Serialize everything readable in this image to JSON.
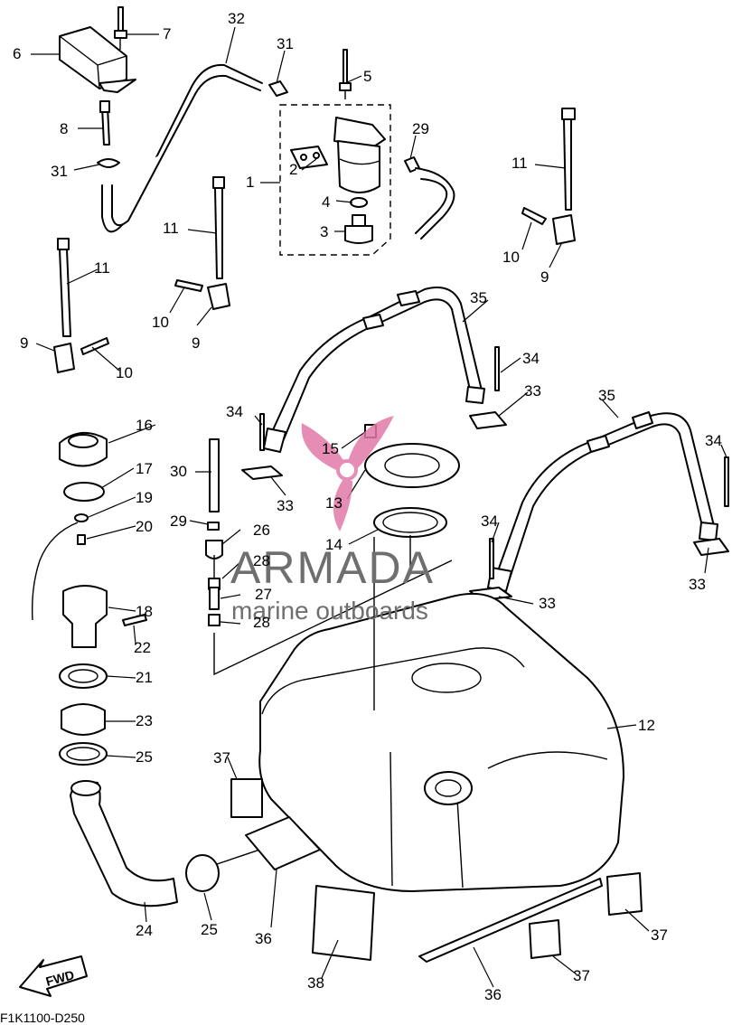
{
  "diagram": {
    "drawing_code": "F1K1100-D250",
    "direction_label": "FWD",
    "watermark": {
      "brand": "ARMADA",
      "tagline": "marine outboards",
      "logo_color": "#e27aa9",
      "text_color": "#6f6f6f"
    },
    "callouts": [
      {
        "id": "c1",
        "label": "1"
      },
      {
        "id": "c2",
        "label": "2"
      },
      {
        "id": "c3",
        "label": "3"
      },
      {
        "id": "c4",
        "label": "4"
      },
      {
        "id": "c5",
        "label": "5"
      },
      {
        "id": "c6",
        "label": "6"
      },
      {
        "id": "c7",
        "label": "7"
      },
      {
        "id": "c8",
        "label": "8"
      },
      {
        "id": "c9a",
        "label": "9"
      },
      {
        "id": "c9b",
        "label": "9"
      },
      {
        "id": "c9c",
        "label": "9"
      },
      {
        "id": "c10a",
        "label": "10"
      },
      {
        "id": "c10b",
        "label": "10"
      },
      {
        "id": "c10c",
        "label": "10"
      },
      {
        "id": "c11a",
        "label": "11"
      },
      {
        "id": "c11b",
        "label": "11"
      },
      {
        "id": "c11c",
        "label": "11"
      },
      {
        "id": "c12",
        "label": "12"
      },
      {
        "id": "c13",
        "label": "13"
      },
      {
        "id": "c14",
        "label": "14"
      },
      {
        "id": "c15",
        "label": "15"
      },
      {
        "id": "c16",
        "label": "16"
      },
      {
        "id": "c17",
        "label": "17"
      },
      {
        "id": "c18",
        "label": "18"
      },
      {
        "id": "c19",
        "label": "19"
      },
      {
        "id": "c20",
        "label": "20"
      },
      {
        "id": "c21",
        "label": "21"
      },
      {
        "id": "c22",
        "label": "22"
      },
      {
        "id": "c23",
        "label": "23"
      },
      {
        "id": "c24",
        "label": "24"
      },
      {
        "id": "c25a",
        "label": "25"
      },
      {
        "id": "c25b",
        "label": "25"
      },
      {
        "id": "c26",
        "label": "26"
      },
      {
        "id": "c27",
        "label": "27"
      },
      {
        "id": "c28a",
        "label": "28"
      },
      {
        "id": "c28b",
        "label": "28"
      },
      {
        "id": "c29a",
        "label": "29"
      },
      {
        "id": "c29b",
        "label": "29"
      },
      {
        "id": "c30",
        "label": "30"
      },
      {
        "id": "c31a",
        "label": "31"
      },
      {
        "id": "c31b",
        "label": "31"
      },
      {
        "id": "c32",
        "label": "32"
      },
      {
        "id": "c33a",
        "label": "33"
      },
      {
        "id": "c33b",
        "label": "33"
      },
      {
        "id": "c33c",
        "label": "33"
      },
      {
        "id": "c33d",
        "label": "33"
      },
      {
        "id": "c34a",
        "label": "34"
      },
      {
        "id": "c34b",
        "label": "34"
      },
      {
        "id": "c34c",
        "label": "34"
      },
      {
        "id": "c34d",
        "label": "34"
      },
      {
        "id": "c35a",
        "label": "35"
      },
      {
        "id": "c35b",
        "label": "35"
      },
      {
        "id": "c36a",
        "label": "36"
      },
      {
        "id": "c36b",
        "label": "36"
      },
      {
        "id": "c37a",
        "label": "37"
      },
      {
        "id": "c37b",
        "label": "37"
      },
      {
        "id": "c37c",
        "label": "37"
      },
      {
        "id": "c38",
        "label": "38"
      }
    ]
  }
}
